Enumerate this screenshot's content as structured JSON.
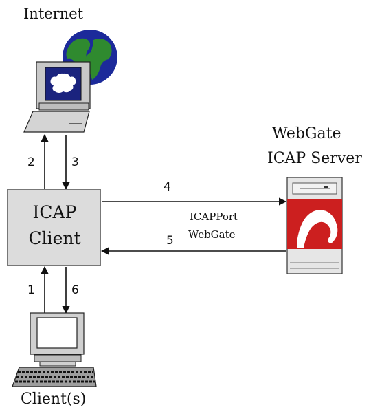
{
  "labels": {
    "internet": "Internet",
    "server_line1": "WebGate",
    "server_line2": "ICAP Server",
    "icap_line1": "ICAP",
    "icap_line2": "Client",
    "clients": "Client(s)",
    "port_line1": "ICAPPort",
    "port_line2": "WebGate"
  },
  "steps": {
    "s1": "1",
    "s2": "2",
    "s3": "3",
    "s4": "4",
    "s5": "5",
    "s6": "6"
  },
  "colors": {
    "icap_box": "#dcdcdc",
    "server_logo": "#cc1f1f",
    "globe_ocean": "#1c2a9a",
    "globe_land": "#2f8a2f"
  },
  "icons": [
    "globe-icon",
    "internet-computer-icon",
    "server-tower-icon",
    "avira-umbrella-logo-icon",
    "client-computer-icon",
    "keyboard-icon"
  ]
}
